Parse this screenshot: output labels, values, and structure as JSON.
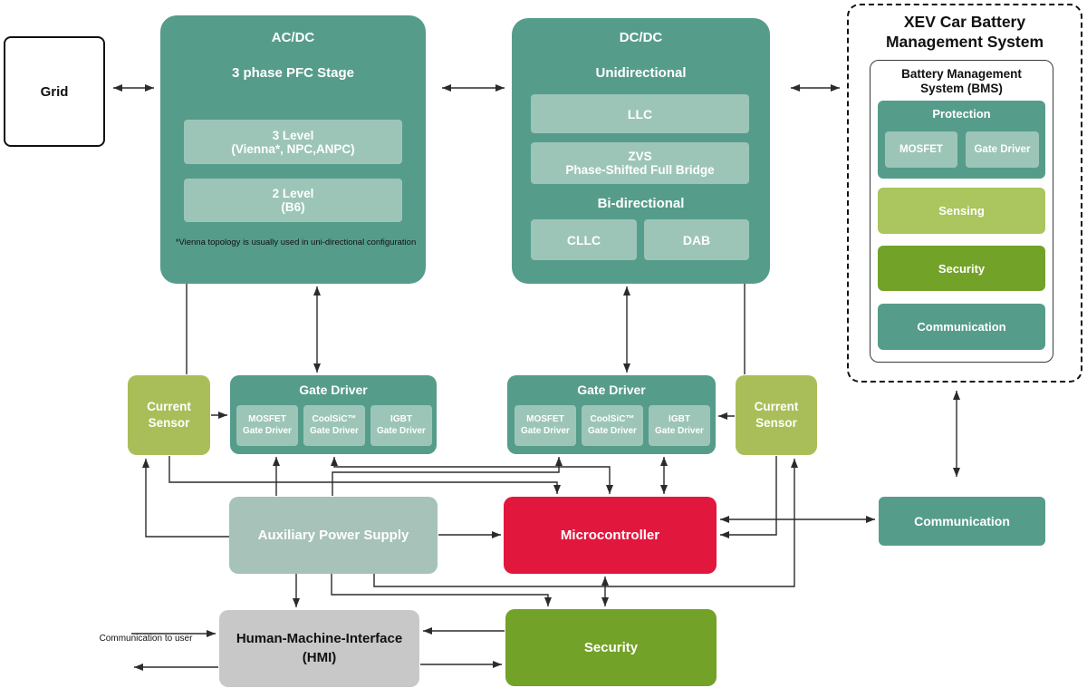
{
  "palette": {
    "teal": "#569C8B",
    "teal_chip": "#9CC5B8",
    "olive": "#A9BE58",
    "sensing_green": "#ABC55F",
    "green": "#73A229",
    "red": "#E2173D",
    "aux_teal": "#A6C2B9",
    "hmi_gray": "#C8C8C8",
    "arrow": "#2b2b2b"
  },
  "grid": {
    "label": "Grid"
  },
  "acdc": {
    "title": "AC/DC",
    "subtitle": "3 phase PFC Stage",
    "level3": "3 Level\n(Vienna*, NPC,ANPC)",
    "level2": "2 Level\n(B6)",
    "footnote": "*Vienna topology is usually used in uni-directional configuration"
  },
  "dcdc": {
    "title": "DC/DC",
    "unidirectional": "Unidirectional",
    "llc": "LLC",
    "zvs": "ZVS\nPhase-Shifted Full Bridge",
    "bidirectional": "Bi-directional",
    "cllc": "CLLC",
    "dab": "DAB"
  },
  "xev": {
    "title": "XEV Car Battery\nManagement System",
    "bms_title": "Battery Management\nSystem (BMS)",
    "protection": {
      "title": "Protection",
      "mosfet": "MOSFET",
      "gate_driver": "Gate Driver"
    },
    "sensing": "Sensing",
    "security": "Security",
    "communication": "Communication"
  },
  "current_sensor_left": {
    "label": "Current\nSensor"
  },
  "current_sensor_right": {
    "label": "Current\nSensor"
  },
  "gate_driver_left": {
    "title": "Gate Driver",
    "chips": [
      "MOSFET\nGate Driver",
      "CoolSiC™\nGate Driver",
      "IGBT\nGate Driver"
    ]
  },
  "gate_driver_right": {
    "title": "Gate Driver",
    "chips": [
      "MOSFET\nGate Driver",
      "CoolSiC™\nGate Driver",
      "IGBT\nGate Driver"
    ]
  },
  "aux_power_supply": {
    "label": "Auxiliary Power Supply"
  },
  "microcontroller": {
    "label": "Microcontroller"
  },
  "communication_box": {
    "label": "Communication"
  },
  "hmi": {
    "label": "Human-Machine-Interface\n(HMI)"
  },
  "security_box": {
    "label": "Security"
  },
  "annotations": {
    "comm_to_user": "Communication to user"
  }
}
